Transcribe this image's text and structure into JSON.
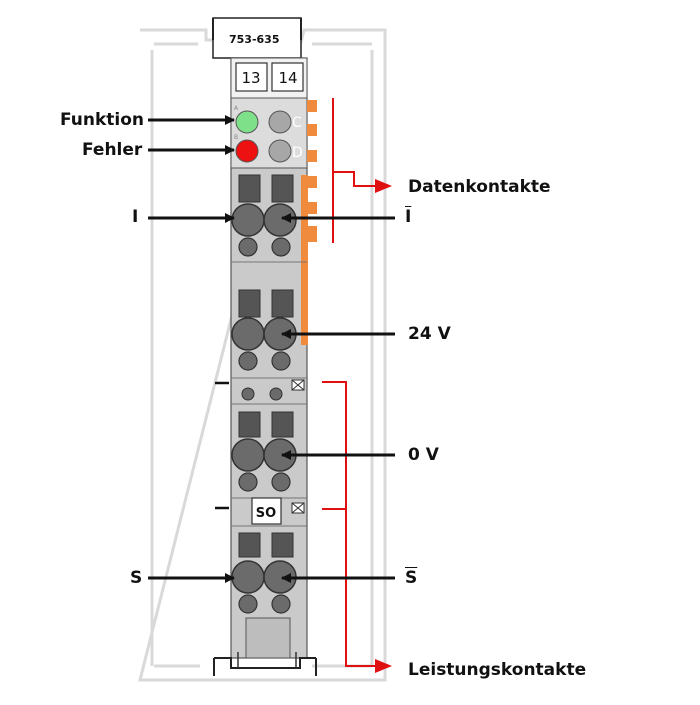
{
  "module": {
    "part_number": "753-635",
    "terminal_numbers": [
      "13",
      "14"
    ],
    "led_letters": [
      "A",
      "B",
      "C",
      "D"
    ],
    "so_marking": "SO",
    "colors": {
      "led_function": "#7fe08a",
      "led_error": "#ee1111",
      "led_inactive": "#a7a7a7",
      "housing": "#c9c9c9",
      "data_contacts": "#f08a3c",
      "annotation_line": "#e01010"
    }
  },
  "labels": {
    "funktion": "Funktion",
    "fehler": "Fehler",
    "i": "I",
    "i_bar": "I",
    "datenkontakte": "Datenkontakte",
    "v24": "24 V",
    "v0": "0 V",
    "s": "S",
    "s_bar": "S",
    "leistungskontakte": "Leistungskontakte"
  }
}
